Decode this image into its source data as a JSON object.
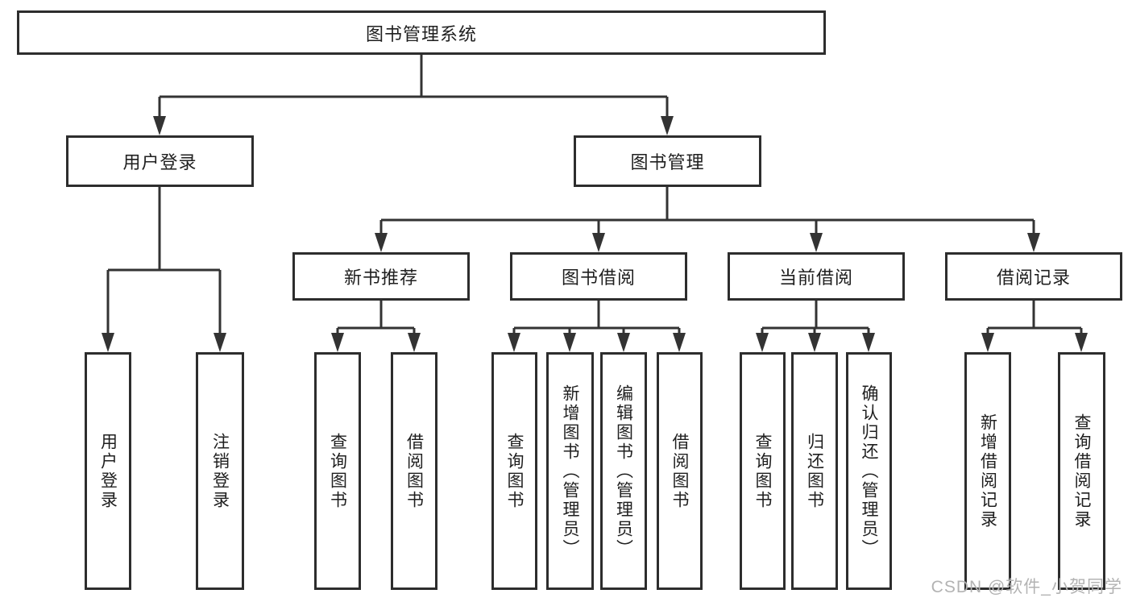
{
  "page": {
    "watermark": "CSDN @软件_小贺同学"
  },
  "colors": {
    "box_border": "#2d2d2d",
    "connector_line": "#333333",
    "text": "#1f1f1f",
    "watermark_text": "#b3b3b3",
    "background": "#ffffff"
  },
  "diagram": {
    "type": "tree",
    "title": "图书管理系统",
    "children": [
      {
        "label": "用户登录",
        "children": [
          {
            "label": "用户登录"
          },
          {
            "label": "注销登录"
          }
        ]
      },
      {
        "label": "图书管理",
        "children": [
          {
            "label": "新书推荐",
            "children": [
              {
                "label": "查询图书"
              },
              {
                "label": "借阅图书"
              }
            ]
          },
          {
            "label": "图书借阅",
            "children": [
              {
                "label": "查询图书"
              },
              {
                "label": "新增图书（管理员）"
              },
              {
                "label": "编辑图书（管理员）"
              },
              {
                "label": "借阅图书"
              }
            ]
          },
          {
            "label": "当前借阅",
            "children": [
              {
                "label": "查询图书"
              },
              {
                "label": "归还图书"
              },
              {
                "label": "确认归还（管理员）"
              }
            ]
          },
          {
            "label": "借阅记录",
            "children": [
              {
                "label": "新增借阅记录"
              },
              {
                "label": "查询借阅记录"
              }
            ]
          }
        ]
      }
    ]
  }
}
